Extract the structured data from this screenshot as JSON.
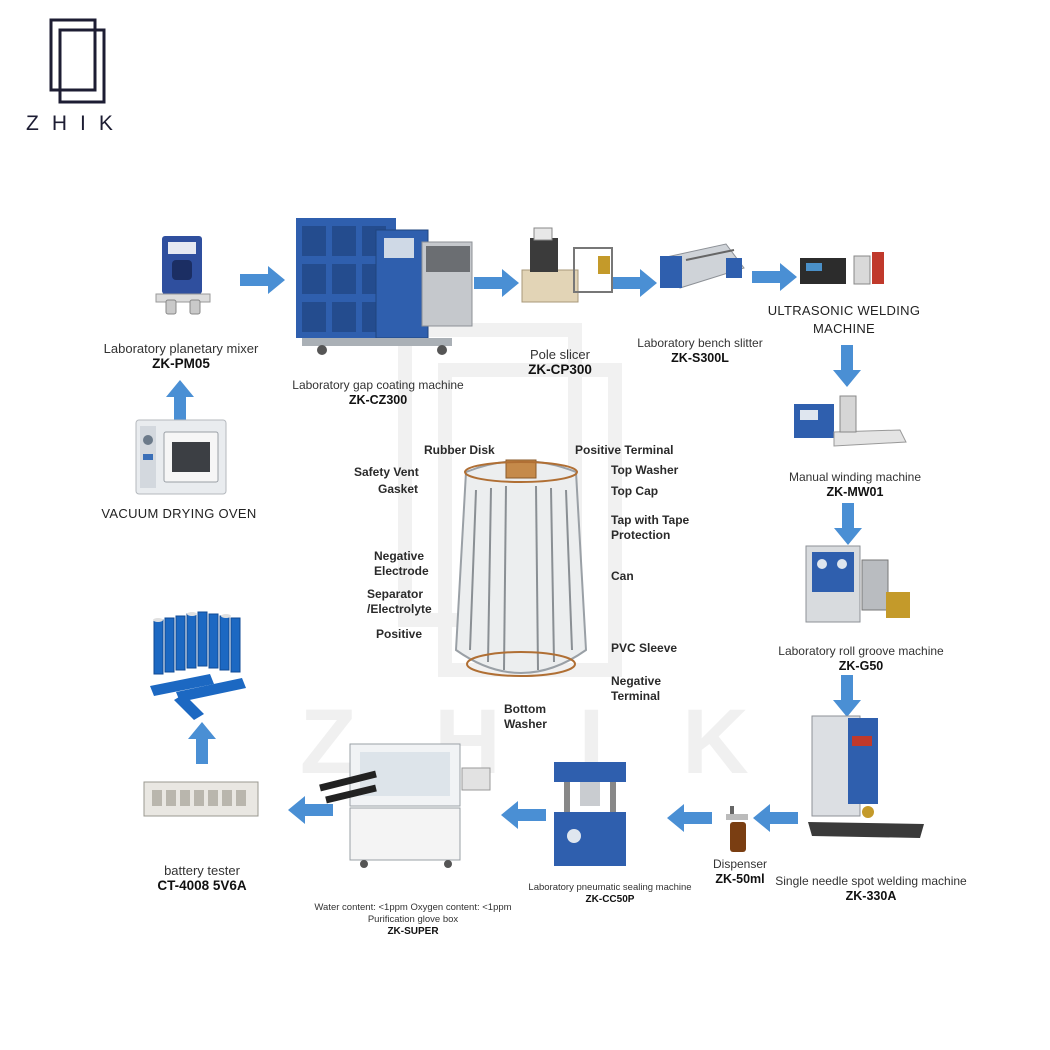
{
  "brand": {
    "logo_text": "ZHIK",
    "watermark_text": "ZHIK"
  },
  "machines": {
    "planetary_mixer": {
      "name": "Laboratory planetary mixer",
      "model": "ZK-PM05"
    },
    "vacuum_oven": {
      "name": "VACUUM DRYING OVEN"
    },
    "gap_coater": {
      "name": "Laboratory gap coating machine",
      "model": "ZK-CZ300"
    },
    "pole_slicer": {
      "name": "Pole slicer",
      "model": "ZK-CP300"
    },
    "bench_slitter": {
      "name": "Laboratory bench slitter",
      "model": "ZK-S300L"
    },
    "ultrasonic_welder": {
      "name_line1": "ULTRASONIC WELDING",
      "name_line2": "MACHINE"
    },
    "winding_machine": {
      "name": "Manual winding machine",
      "model": "ZK-MW01"
    },
    "roll_groove": {
      "name": "Laboratory roll groove machine",
      "model": "ZK-G50"
    },
    "spot_welder": {
      "name": "Single needle spot welding machine",
      "model": "ZK-330A"
    },
    "dispenser": {
      "name": "Dispenser",
      "model": "ZK-50ml"
    },
    "sealing_machine": {
      "name": "Laboratory pneumatic sealing machine",
      "model": "ZK-CC50P"
    },
    "glove_box": {
      "spec": "Water content: <1ppm Oxygen content: <1ppm",
      "name": "Purification glove box",
      "model": "ZK-SUPER"
    },
    "battery_tester": {
      "name": "battery tester",
      "model": "CT-4008 5V6A"
    }
  },
  "cell_diagram": {
    "labels": {
      "rubber_disk": "Rubber Disk",
      "positive_terminal": "Positive Terminal",
      "safety_vent": "Safety Vent",
      "top_washer": "Top Washer",
      "gasket": "Gasket",
      "top_cap": "Top Cap",
      "tap_tape_1": "Tap with Tape",
      "tap_tape_2": "Protection",
      "neg_electrode_1": "Negative",
      "neg_electrode_2": "Electrode",
      "can": "Can",
      "separator_1": "Separator",
      "separator_2": "/Electrolyte",
      "positive": "Positive",
      "pvc_sleeve": "PVC Sleeve",
      "neg_terminal_1": "Negative",
      "neg_terminal_2": "Terminal",
      "bottom_washer_1": "Bottom",
      "bottom_washer_2": "Washer"
    }
  },
  "colors": {
    "arrow": "#4a8fd4",
    "machine_blue": "#2f5fae",
    "logo": "#1d1d33"
  }
}
